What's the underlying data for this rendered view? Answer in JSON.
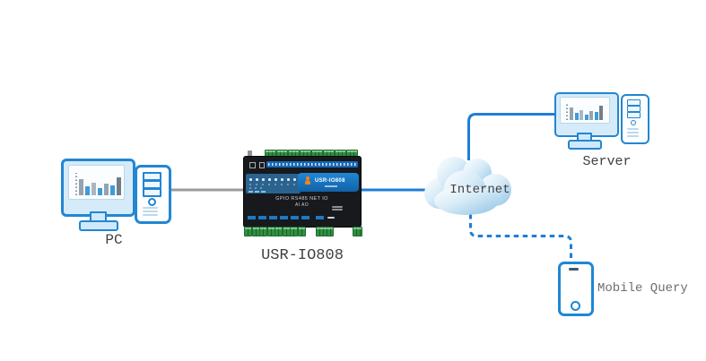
{
  "nodes": {
    "pc": {
      "label": "PC",
      "icon": "desktop-computer"
    },
    "device": {
      "label": "USR-IO808",
      "icon": "io-controller",
      "faceplate": {
        "brand": "USR-IO808",
        "line1": "GPIO RS485 NET IO",
        "line2": "AI AO"
      }
    },
    "internet": {
      "label": "Internet",
      "icon": "cloud"
    },
    "server": {
      "label": "Server",
      "icon": "desktop-computer"
    },
    "mobile": {
      "label": "Mobile Query",
      "icon": "smartphone"
    }
  },
  "connections": [
    {
      "id": "pc-to-device",
      "from": "pc",
      "to": "device",
      "style": "solid",
      "color": "#9c9c9c"
    },
    {
      "id": "device-to-internet",
      "from": "device",
      "to": "internet",
      "style": "solid",
      "color": "#1f7ed6"
    },
    {
      "id": "internet-to-server",
      "from": "internet",
      "to": "server",
      "style": "solid",
      "color": "#1f7ed6"
    },
    {
      "id": "internet-to-mobile",
      "from": "internet",
      "to": "mobile",
      "style": "dashed",
      "color": "#1f7ed6"
    }
  ],
  "colors": {
    "background": "#ffffff",
    "icon_stroke_blue": "#2386d2",
    "icon_fill_light": "#d5ebfa",
    "wire_blue": "#1f7ed6",
    "wire_gray": "#9c9c9c",
    "label_dark": "#3f3f3f",
    "label_gray": "#6e6e6e",
    "device_body": "#17191d",
    "device_panel_blue": "#1a81cf",
    "terminal_green": "#35a34a",
    "cloud_fill": "#8fc3e4",
    "logo_orange": "#f08519"
  }
}
